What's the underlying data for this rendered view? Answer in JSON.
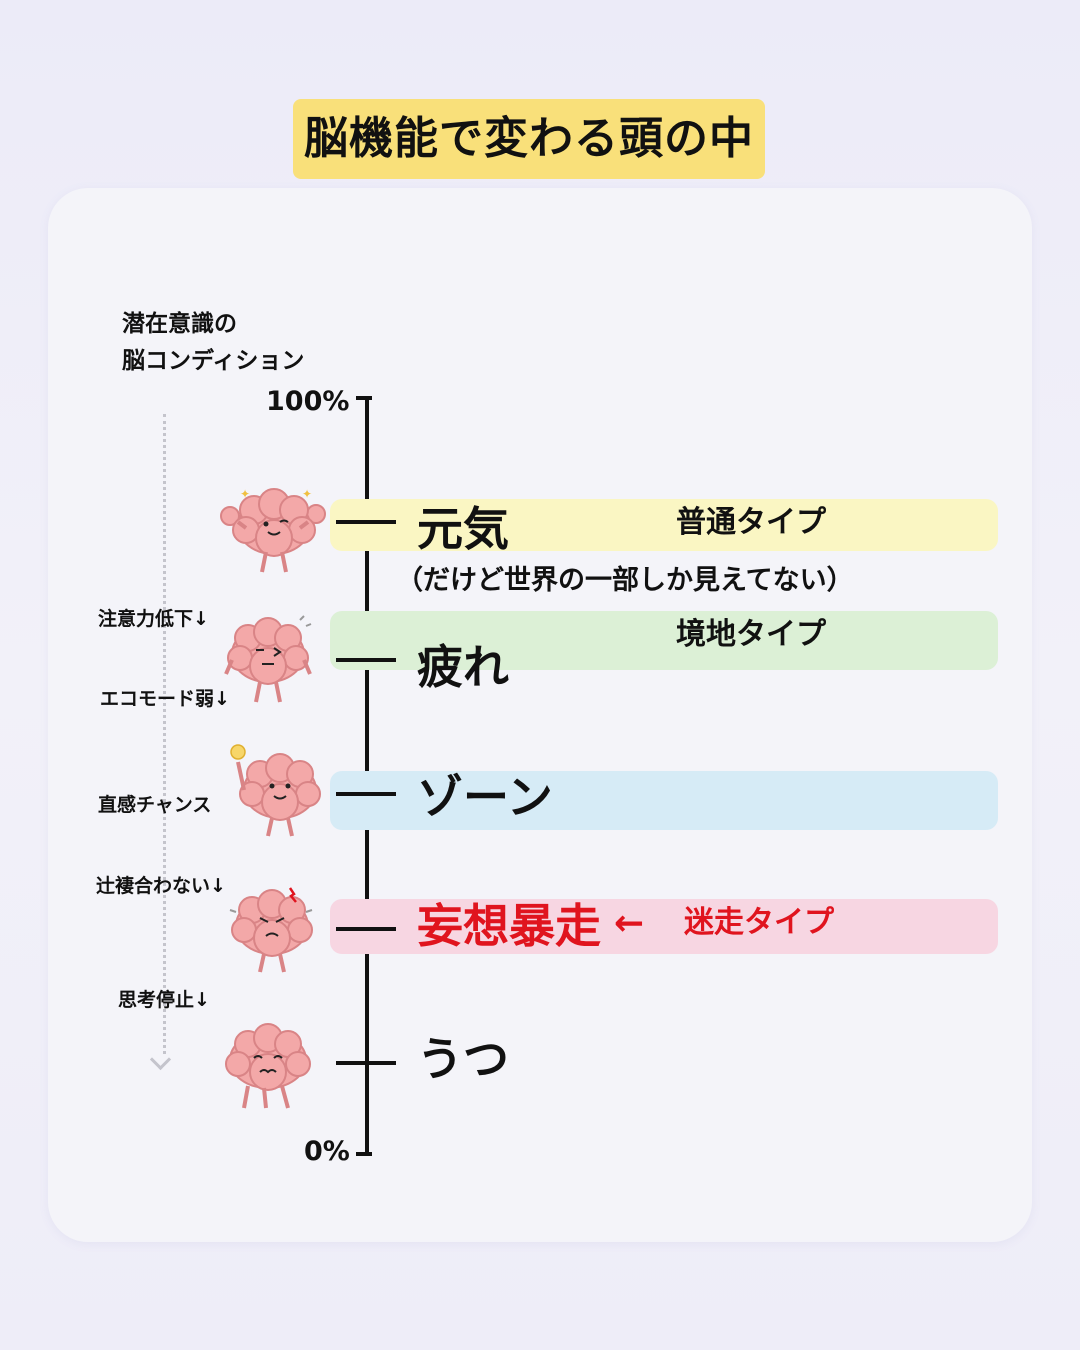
{
  "title": "脳機能で変わる頭の中",
  "axis": {
    "label_line1": "潜在意識の",
    "label_line2": "脳コンディション",
    "top_label": "100%",
    "bottom_label": "0%"
  },
  "levels": [
    {
      "state": "元気",
      "type": "普通タイプ",
      "note": "（だけど世界の一部しか見えてない）",
      "band_color": "#faf6c3"
    },
    {
      "state": "疲れ",
      "type": "境地タイプ",
      "band_color": "#dcf0d6"
    },
    {
      "state": "ゾーン",
      "band_color": "#d6ebf6"
    },
    {
      "state": "妄想暴走",
      "arrow": "←",
      "type": "迷走タイプ",
      "band_color": "#f7d6e2",
      "accent": "#e0141e"
    },
    {
      "state": "うつ"
    }
  ],
  "side_labels": [
    "注意力低下↓",
    "エコモード弱↓",
    "直感チャンス",
    "辻褄合わない↓",
    "思考停止↓"
  ],
  "icons": [
    "brain-flexing-icon",
    "brain-tired-icon",
    "brain-idea-icon",
    "brain-angry-icon",
    "brain-depressed-icon"
  ]
}
